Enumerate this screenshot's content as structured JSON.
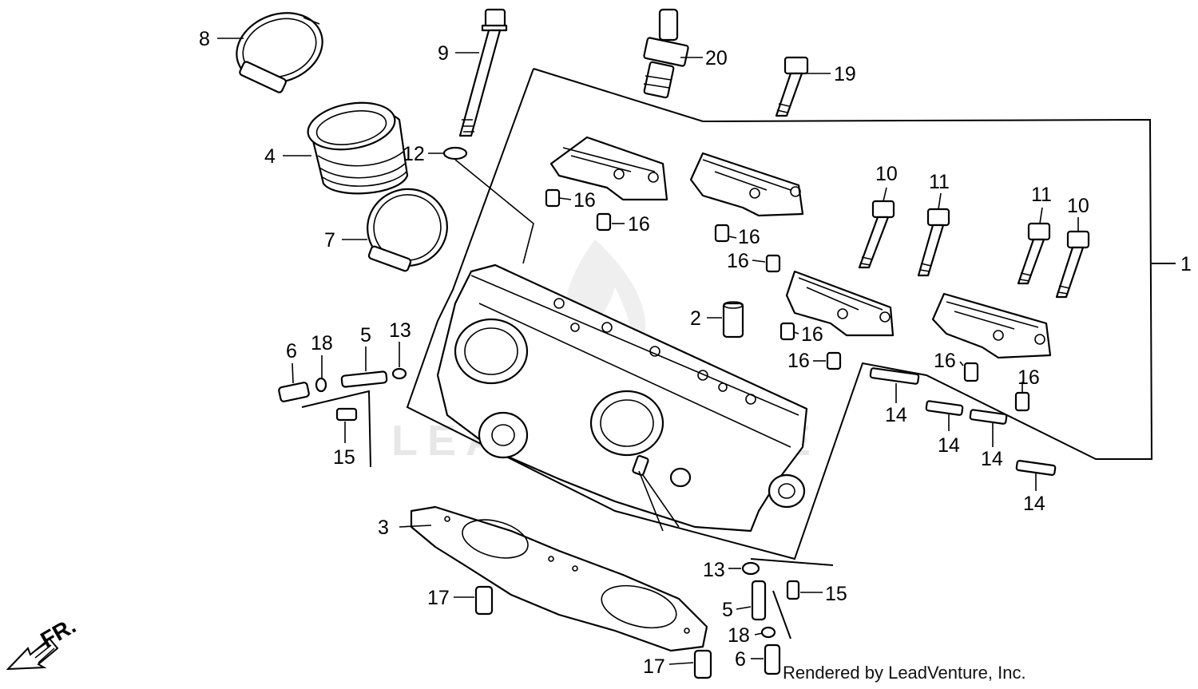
{
  "diagram": {
    "watermark": "LEADVENTURE",
    "direction_label": "FR.",
    "credit": "Rendered by LeadVenture, Inc.",
    "callouts": {
      "c1": "1",
      "c2": "2",
      "c3": "3",
      "c4": "4",
      "c5a": "5",
      "c5b": "5",
      "c6a": "6",
      "c6b": "6",
      "c7": "7",
      "c8": "8",
      "c9": "9",
      "c10a": "10",
      "c10b": "10",
      "c11a": "11",
      "c11b": "11",
      "c12": "12",
      "c13a": "13",
      "c13b": "13",
      "c14a": "14",
      "c14b": "14",
      "c14c": "14",
      "c14d": "14",
      "c15a": "15",
      "c15b": "15",
      "c16a": "16",
      "c16b": "16",
      "c16c": "16",
      "c16d": "16",
      "c16e": "16",
      "c16f": "16",
      "c16g": "16",
      "c16h": "16",
      "c17a": "17",
      "c17b": "17",
      "c18a": "18",
      "c18b": "18",
      "c19": "19",
      "c20": "20"
    }
  }
}
